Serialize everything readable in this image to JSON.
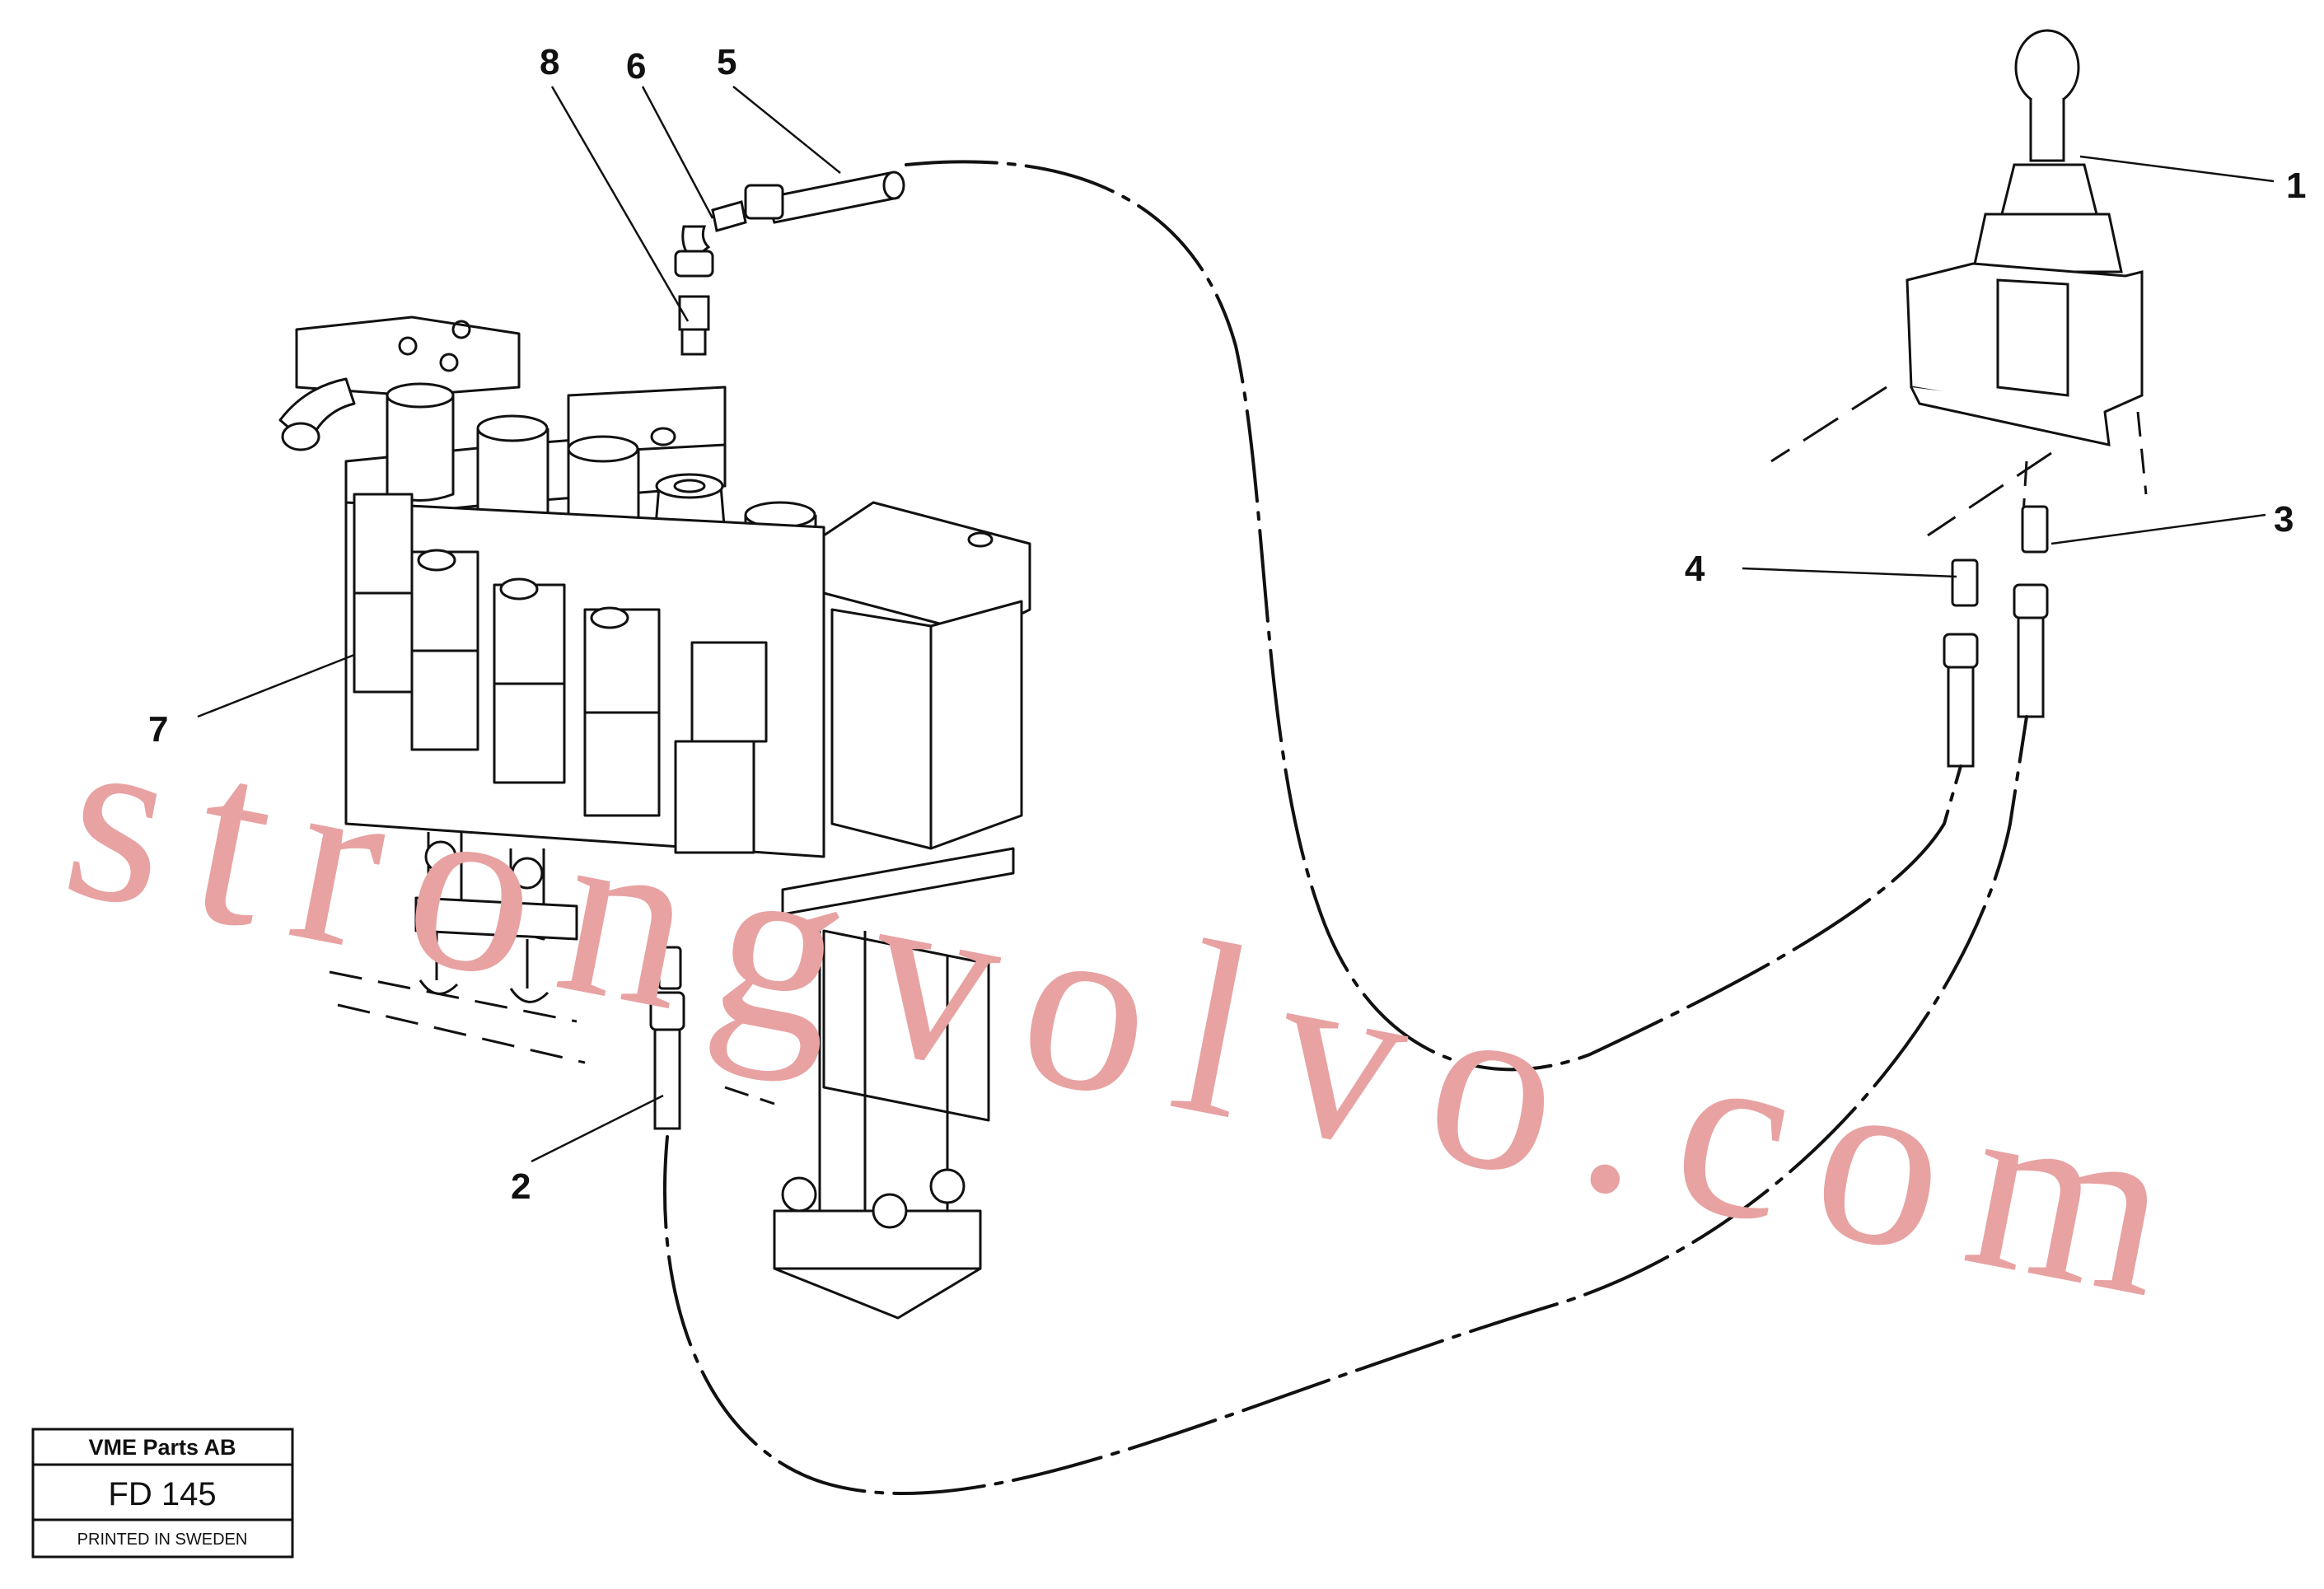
{
  "callouts": {
    "c1": "1",
    "c2": "2",
    "c3": "3",
    "c4": "4",
    "c5": "5",
    "c6": "6",
    "c7": "7",
    "c8": "8"
  },
  "watermark": "strongvolvo.com",
  "title_block": {
    "company": "VME Parts AB",
    "drawing_number": "FD 145",
    "note": "PRINTED IN SWEDEN"
  },
  "colors": {
    "line": "#111111",
    "watermark": "#e8a2a2",
    "background": "#ffffff"
  }
}
